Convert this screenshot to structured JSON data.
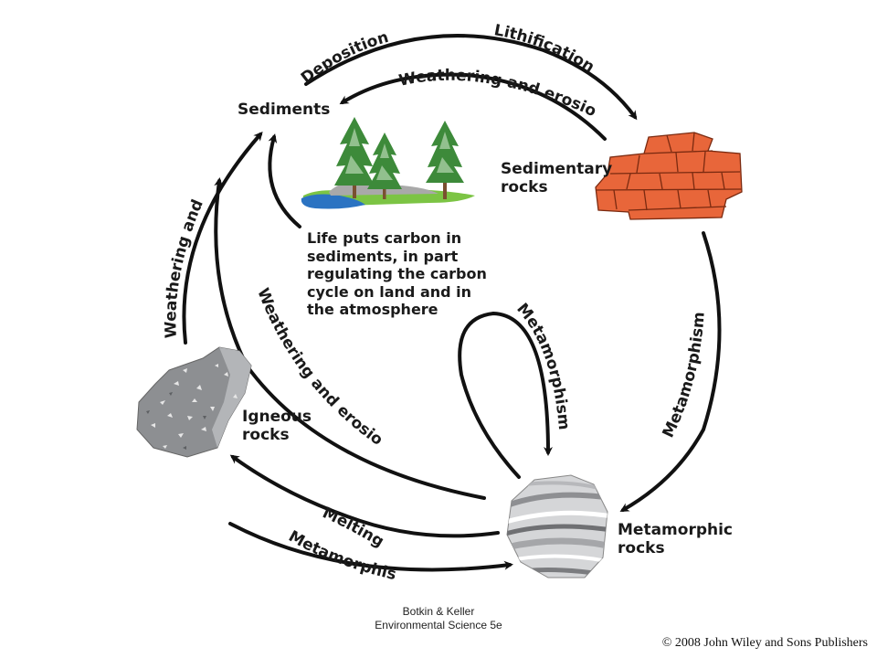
{
  "nodes": {
    "sediments": "Sediments",
    "sedimentary": [
      "Sedimentary",
      "rocks"
    ],
    "igneous": [
      "Igneous",
      "rocks"
    ],
    "metamorphic": [
      "Metamorphic",
      "rocks"
    ]
  },
  "life_note": [
    "Life puts carbon in",
    "sediments, in part",
    "regulating the carbon",
    "cycle on land and in",
    "the atmosphere"
  ],
  "processes": {
    "deposition": "Deposition",
    "lithification": "Lithification",
    "weathering_top": "Weathering and erosion",
    "weathering_left": "Weathering and",
    "weathering_middle": "Weathering and erosion",
    "metamorphism_loop": "Metamorphism",
    "metamorphism_right": "Metamorphism",
    "melting": "Melting",
    "metamorphism_bottom": "Metamorphism"
  },
  "credit": [
    "Botkin & Keller",
    "Environmental Science 5e"
  ],
  "copyright": "© 2008 John Wiley and Sons Publishers",
  "colors": {
    "arrow": "#111111",
    "sedimentary_rock": "#e8663a",
    "igneous_rock": "#8d8f92",
    "metamorphic_rock": "#c9cbcd",
    "tree": "#3d8a3a",
    "water": "#2b73c2",
    "grass": "#7cc444"
  }
}
